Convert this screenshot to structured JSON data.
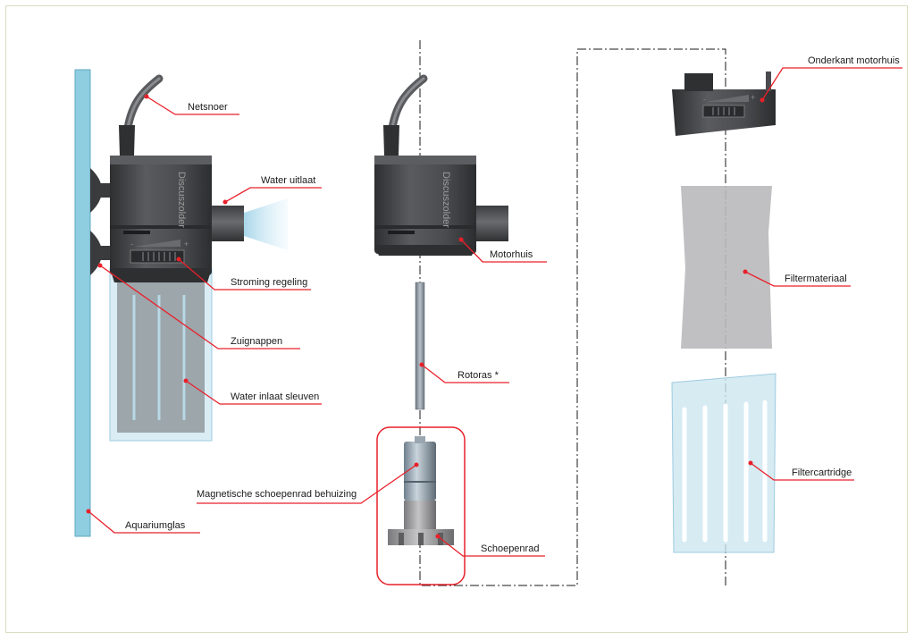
{
  "brand": "Discuszolder",
  "dial": {
    "minus": "-",
    "plus": "+"
  },
  "labels": {
    "netsnoer": "Netsnoer",
    "water_uitlaat": "Water uitlaat",
    "stroming_regeling": "Stroming regeling",
    "zuignappen": "Zuignappen",
    "water_inlaat_sleuven": "Water inlaat sleuven",
    "aquariumglas": "Aquariumglas",
    "motorhuis": "Motorhuis",
    "rotoras": "Rotoras *",
    "magnetische_schoepenrad_behuizing": "Magnetische schoepenrad behuizing",
    "schoepenrad": "Schoepenrad",
    "onderkant_motorhuis": "Onderkant motorhuis",
    "filtermateriaal": "Filtermateriaal",
    "filtercartridge": "Filtercartridge"
  },
  "colors": {
    "leader": "#e8202a",
    "pump_body": "#4a4b4e",
    "glass": "#8fcde0",
    "cartridge": "#cde6f0",
    "sponge": "#b9b9bb"
  }
}
